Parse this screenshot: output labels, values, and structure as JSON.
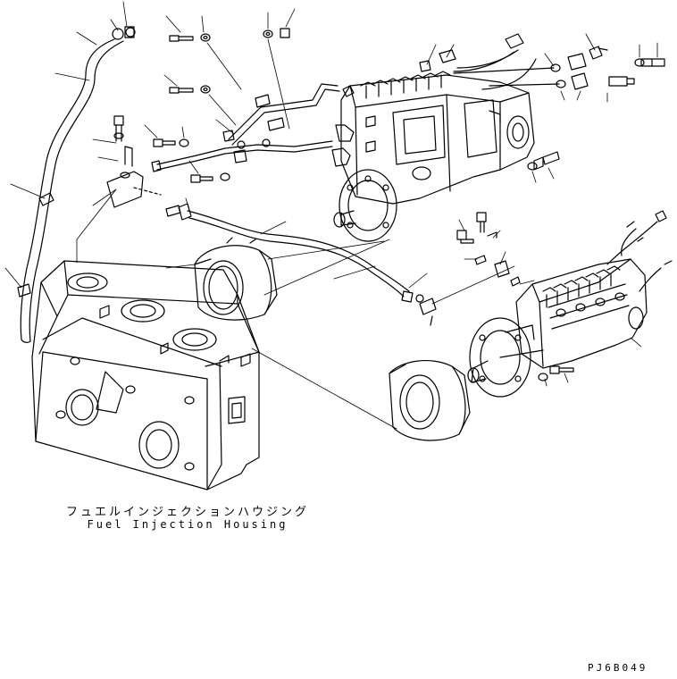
{
  "caption": {
    "japanese": "フュエルインジェクションハウジング",
    "english": "Fuel Injection Housing"
  },
  "drawing_code": "PJ6B049",
  "colors": {
    "line": "#000000",
    "background": "#ffffff"
  }
}
